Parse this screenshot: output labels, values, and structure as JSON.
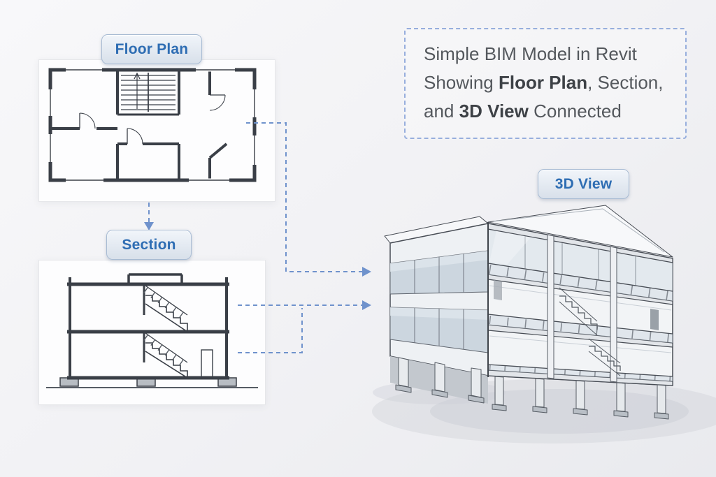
{
  "labels": {
    "floor_plan": "Floor Plan",
    "section": "Section",
    "view_3d": "3D View"
  },
  "title_box": {
    "line1": "Simple BIM Model in Revit",
    "line2_prefix": "Showing ",
    "line2_bold": "Floor Plan",
    "line2_suffix": ", Section,",
    "line3_prefix": "and ",
    "line3_bold": "3D View",
    "line3_suffix": " Connected"
  },
  "colors": {
    "accent_text": "#2e6db3",
    "dashed_line": "#6f92cc",
    "label_border": "#a8bbd3",
    "drawing_ink": "#3a3f47"
  }
}
